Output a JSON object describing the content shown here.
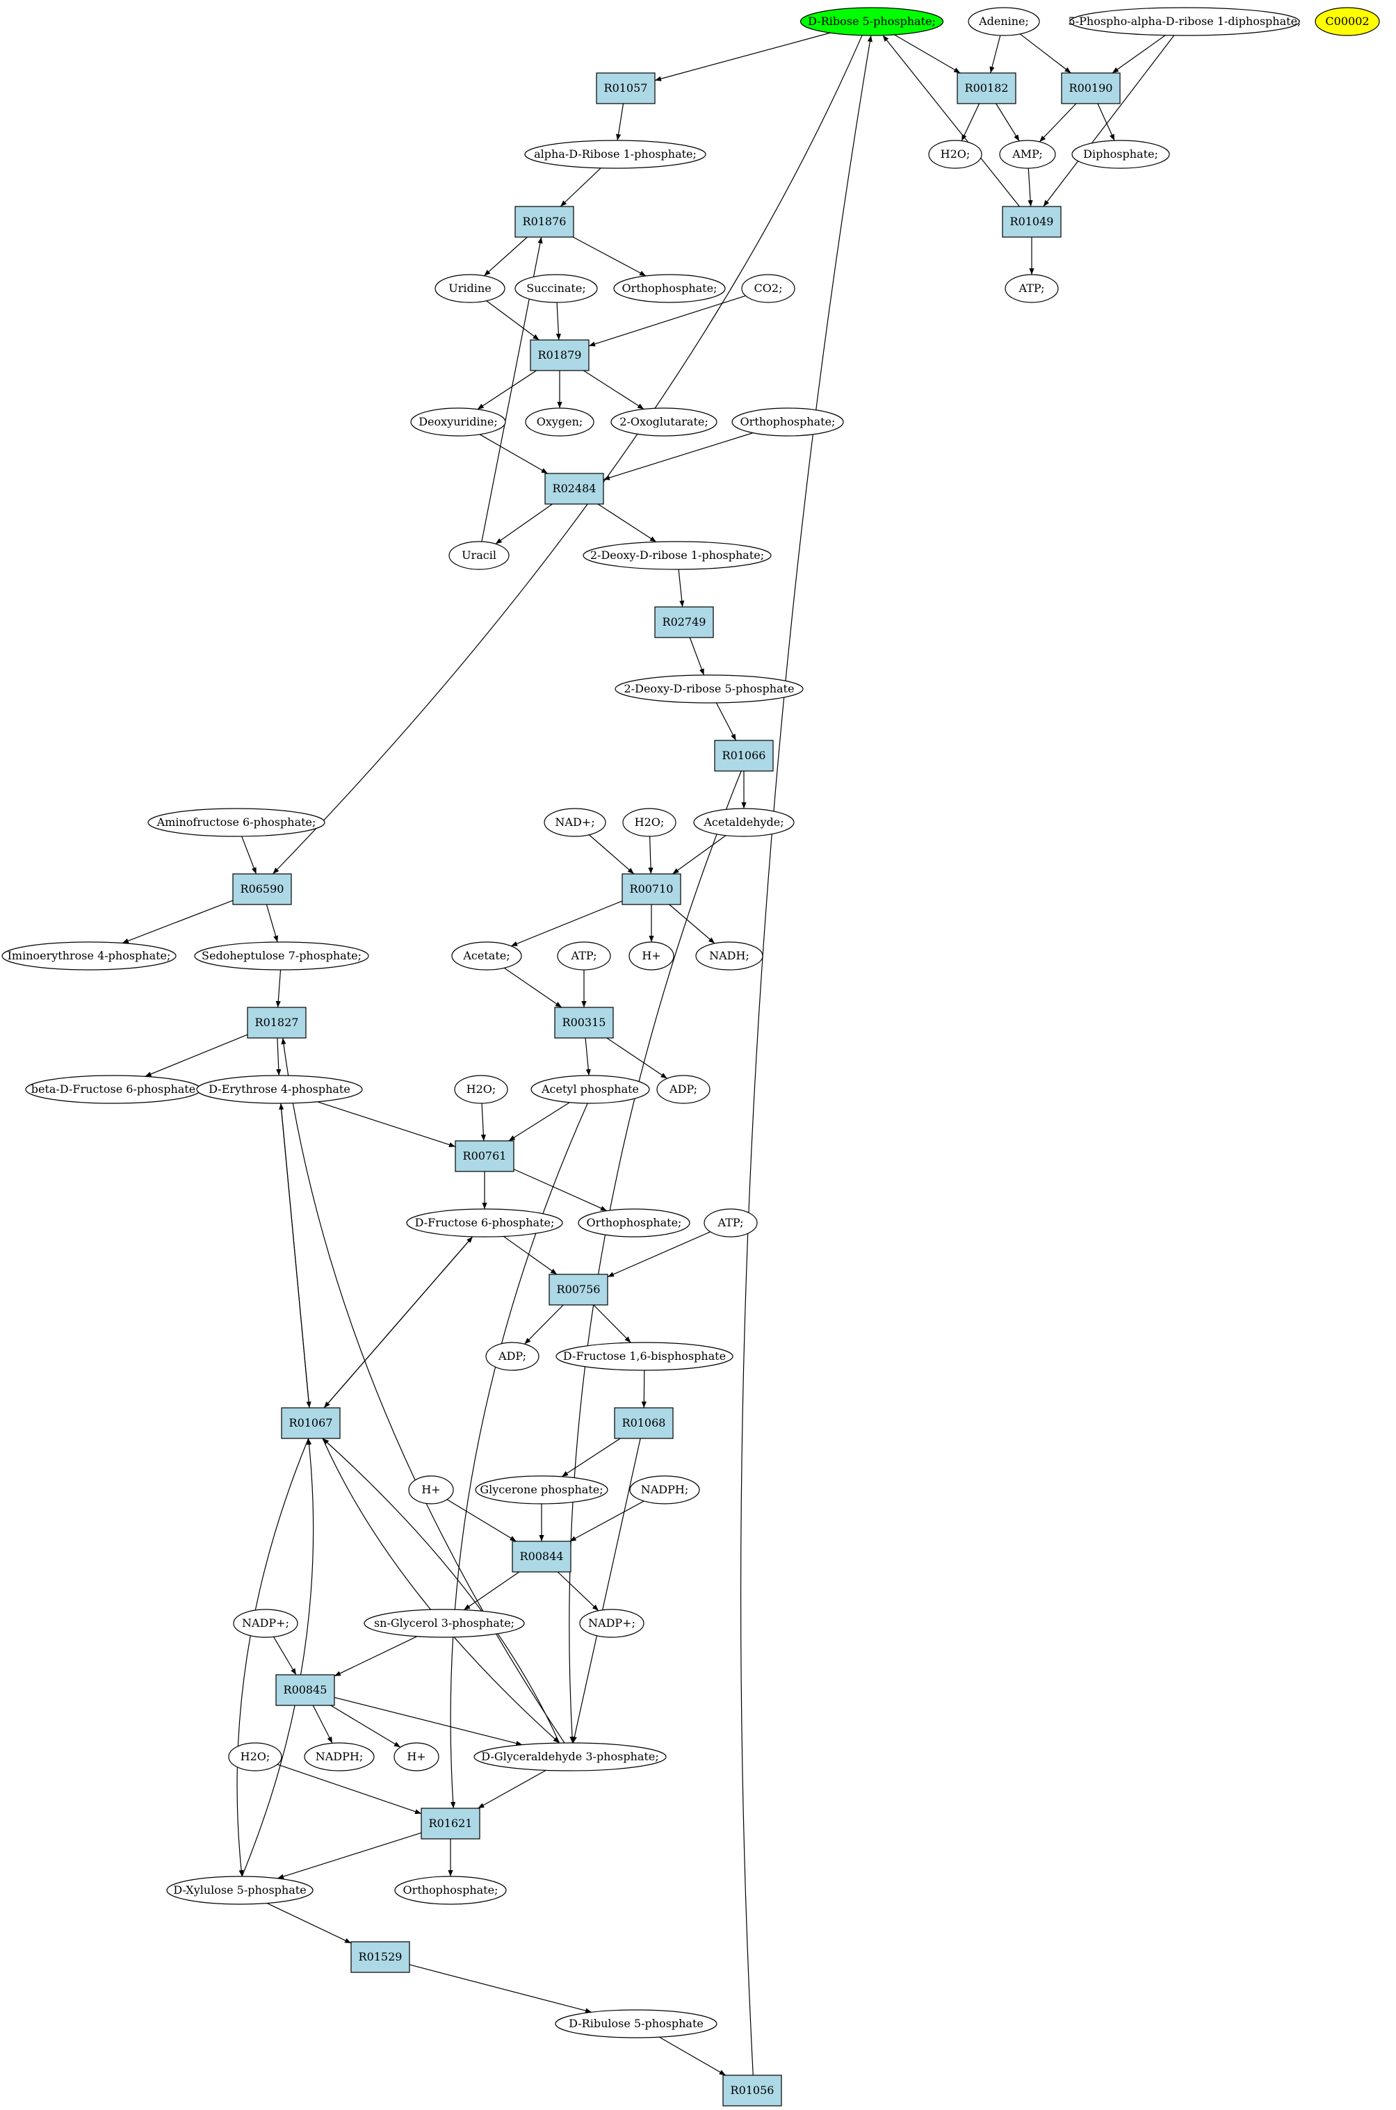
{
  "colors": {
    "reaction_fill": "#add8e6",
    "compound_fill": "#ffffff",
    "highlight_start": "#00ff00",
    "highlight_orphan": "#ffff00",
    "stroke": "#000000"
  },
  "nodes": [
    {
      "id": "c_dribose5p",
      "label": "D-Ribose 5-phosphate;",
      "type": "compound",
      "style": "start"
    },
    {
      "id": "c_adenine",
      "label": "Adenine;",
      "type": "compound"
    },
    {
      "id": "c_prpp",
      "label": "5-Phospho-alpha-D-ribose 1-diphosphate;",
      "type": "compound"
    },
    {
      "id": "c_c00002",
      "label": "C00002",
      "type": "compound",
      "style": "orphan"
    },
    {
      "id": "r_R01057",
      "label": "R01057",
      "type": "reaction"
    },
    {
      "id": "r_R00182",
      "label": "R00182",
      "type": "reaction"
    },
    {
      "id": "r_R00190",
      "label": "R00190",
      "type": "reaction"
    },
    {
      "id": "c_aribose1p",
      "label": "alpha-D-Ribose 1-phosphate;",
      "type": "compound"
    },
    {
      "id": "c_h2o_1",
      "label": "H2O;",
      "type": "compound"
    },
    {
      "id": "c_amp",
      "label": "AMP;",
      "type": "compound"
    },
    {
      "id": "c_diphosphate",
      "label": "Diphosphate;",
      "type": "compound"
    },
    {
      "id": "r_R01876",
      "label": "R01876",
      "type": "reaction"
    },
    {
      "id": "r_R01049",
      "label": "R01049",
      "type": "reaction"
    },
    {
      "id": "c_uridine",
      "label": "Uridine",
      "type": "compound"
    },
    {
      "id": "c_succinate",
      "label": "Succinate;",
      "type": "compound"
    },
    {
      "id": "c_orthop_1",
      "label": "Orthophosphate;",
      "type": "compound"
    },
    {
      "id": "c_co2",
      "label": "CO2;",
      "type": "compound"
    },
    {
      "id": "c_atp_1",
      "label": "ATP;",
      "type": "compound"
    },
    {
      "id": "r_R01879",
      "label": "R01879",
      "type": "reaction"
    },
    {
      "id": "c_deoxyuridine",
      "label": "Deoxyuridine;",
      "type": "compound"
    },
    {
      "id": "c_oxygen",
      "label": "Oxygen;",
      "type": "compound"
    },
    {
      "id": "c_2oxo",
      "label": "2-Oxoglutarate;",
      "type": "compound"
    },
    {
      "id": "c_orthop_2",
      "label": "Orthophosphate;",
      "type": "compound"
    },
    {
      "id": "r_R02484",
      "label": "R02484",
      "type": "reaction"
    },
    {
      "id": "c_uracil",
      "label": "Uracil",
      "type": "compound"
    },
    {
      "id": "c_2deoxyr1p",
      "label": "2-Deoxy-D-ribose 1-phosphate;",
      "type": "compound"
    },
    {
      "id": "r_R02749",
      "label": "R02749",
      "type": "reaction"
    },
    {
      "id": "c_2deoxyr5p",
      "label": "2-Deoxy-D-ribose 5-phosphate",
      "type": "compound"
    },
    {
      "id": "r_R01066",
      "label": "R01066",
      "type": "reaction"
    },
    {
      "id": "c_aminofructose",
      "label": "Aminofructose 6-phosphate;",
      "type": "compound"
    },
    {
      "id": "c_nadplus_1",
      "label": "NAD+;",
      "type": "compound"
    },
    {
      "id": "c_h2o_2",
      "label": "H2O;",
      "type": "compound"
    },
    {
      "id": "c_acetaldehyde",
      "label": "Acetaldehyde;",
      "type": "compound"
    },
    {
      "id": "r_R06590",
      "label": "R06590",
      "type": "reaction"
    },
    {
      "id": "r_R00710",
      "label": "R00710",
      "type": "reaction"
    },
    {
      "id": "c_iminoerythrose",
      "label": "Iminoerythrose 4-phosphate;",
      "type": "compound"
    },
    {
      "id": "c_sedoheptulose",
      "label": "Sedoheptulose 7-phosphate;",
      "type": "compound"
    },
    {
      "id": "c_acetate",
      "label": "Acetate;",
      "type": "compound"
    },
    {
      "id": "c_atp_2",
      "label": "ATP;",
      "type": "compound"
    },
    {
      "id": "c_hplus_1",
      "label": "H+",
      "type": "compound"
    },
    {
      "id": "c_nadh",
      "label": "NADH;",
      "type": "compound"
    },
    {
      "id": "r_R01827",
      "label": "R01827",
      "type": "reaction"
    },
    {
      "id": "r_R00315",
      "label": "R00315",
      "type": "reaction"
    },
    {
      "id": "c_betafructose",
      "label": "beta-D-Fructose 6-phosphate",
      "type": "compound"
    },
    {
      "id": "c_derythrose",
      "label": "D-Erythrose 4-phosphate",
      "type": "compound"
    },
    {
      "id": "c_h2o_3",
      "label": "H2O;",
      "type": "compound"
    },
    {
      "id": "c_acetylp",
      "label": "Acetyl phosphate",
      "type": "compound"
    },
    {
      "id": "c_adp_1",
      "label": "ADP;",
      "type": "compound"
    },
    {
      "id": "r_R00761",
      "label": "R00761",
      "type": "reaction"
    },
    {
      "id": "c_dfructose6p",
      "label": "D-Fructose 6-phosphate;",
      "type": "compound"
    },
    {
      "id": "c_orthop_3",
      "label": "Orthophosphate;",
      "type": "compound"
    },
    {
      "id": "c_atp_3",
      "label": "ATP;",
      "type": "compound"
    },
    {
      "id": "r_R00756",
      "label": "R00756",
      "type": "reaction"
    },
    {
      "id": "c_adp_2",
      "label": "ADP;",
      "type": "compound"
    },
    {
      "id": "c_dfructose16",
      "label": "D-Fructose 1,6-bisphosphate",
      "type": "compound"
    },
    {
      "id": "r_R01067",
      "label": "R01067",
      "type": "reaction"
    },
    {
      "id": "r_R01068",
      "label": "R01068",
      "type": "reaction"
    },
    {
      "id": "c_hplus_2",
      "label": "H+",
      "type": "compound"
    },
    {
      "id": "c_glycerone",
      "label": "Glycerone phosphate;",
      "type": "compound"
    },
    {
      "id": "c_nadph_1",
      "label": "NADPH;",
      "type": "compound"
    },
    {
      "id": "r_R00844",
      "label": "R00844",
      "type": "reaction"
    },
    {
      "id": "c_snglycerol",
      "label": "sn-Glycerol 3-phosphate;",
      "type": "compound"
    },
    {
      "id": "c_nadpplus_1",
      "label": "NADP+;",
      "type": "compound"
    },
    {
      "id": "c_nadpplus_2",
      "label": "NADP+;",
      "type": "compound"
    },
    {
      "id": "r_R00845",
      "label": "R00845",
      "type": "reaction"
    },
    {
      "id": "c_h2o_4",
      "label": "H2O;",
      "type": "compound"
    },
    {
      "id": "c_nadph_2",
      "label": "NADPH;",
      "type": "compound"
    },
    {
      "id": "c_hplus_3",
      "label": "H+",
      "type": "compound"
    },
    {
      "id": "c_dglyceraldehyde",
      "label": "D-Glyceraldehyde 3-phosphate;",
      "type": "compound"
    },
    {
      "id": "r_R01621",
      "label": "R01621",
      "type": "reaction"
    },
    {
      "id": "c_dxylulose",
      "label": "D-Xylulose 5-phosphate",
      "type": "compound"
    },
    {
      "id": "c_orthop_4",
      "label": "Orthophosphate;",
      "type": "compound"
    },
    {
      "id": "r_R01529",
      "label": "R01529",
      "type": "reaction"
    },
    {
      "id": "c_dribulose",
      "label": "D-Ribulose 5-phosphate",
      "type": "compound"
    },
    {
      "id": "r_R01056",
      "label": "R01056",
      "type": "reaction"
    }
  ],
  "edges": [
    [
      "c_dribose5p",
      "r_R01057"
    ],
    [
      "c_dribose5p",
      "r_R00182"
    ],
    [
      "c_dribose5p",
      "r_R06590"
    ],
    [
      "c_adenine",
      "r_R00182"
    ],
    [
      "c_adenine",
      "r_R00190"
    ],
    [
      "c_prpp",
      "r_R00190"
    ],
    [
      "c_prpp",
      "r_R01049"
    ],
    [
      "r_R01057",
      "c_aribose1p"
    ],
    [
      "r_R00182",
      "c_h2o_1"
    ],
    [
      "r_R00182",
      "c_amp"
    ],
    [
      "r_R00190",
      "c_amp"
    ],
    [
      "r_R00190",
      "c_diphosphate"
    ],
    [
      "c_aribose1p",
      "r_R01876"
    ],
    [
      "c_amp",
      "r_R01049"
    ],
    [
      "r_R01049",
      "c_dribose5p"
    ],
    [
      "r_R01049",
      "c_atp_1"
    ],
    [
      "r_R01876",
      "c_uridine"
    ],
    [
      "r_R01876",
      "c_orthop_1"
    ],
    [
      "c_uridine",
      "r_R01879"
    ],
    [
      "c_succinate",
      "r_R01879"
    ],
    [
      "c_co2",
      "r_R01879"
    ],
    [
      "r_R01879",
      "c_deoxyuridine"
    ],
    [
      "r_R01879",
      "c_oxygen"
    ],
    [
      "r_R01879",
      "c_2oxo"
    ],
    [
      "c_deoxyuridine",
      "r_R02484"
    ],
    [
      "c_orthop_2",
      "r_R02484"
    ],
    [
      "r_R02484",
      "c_uracil"
    ],
    [
      "r_R02484",
      "c_2deoxyr1p"
    ],
    [
      "c_uracil",
      "r_R01876"
    ],
    [
      "c_2deoxyr1p",
      "r_R02749"
    ],
    [
      "r_R02749",
      "c_2deoxyr5p"
    ],
    [
      "c_2deoxyr5p",
      "r_R01066"
    ],
    [
      "r_R01066",
      "c_acetaldehyde"
    ],
    [
      "r_R01066",
      "c_dglyceraldehyde"
    ],
    [
      "c_aminofructose",
      "r_R06590"
    ],
    [
      "r_R06590",
      "c_iminoerythrose"
    ],
    [
      "r_R06590",
      "c_sedoheptulose"
    ],
    [
      "c_nadplus_1",
      "r_R00710"
    ],
    [
      "c_h2o_2",
      "r_R00710"
    ],
    [
      "c_acetaldehyde",
      "r_R00710"
    ],
    [
      "r_R00710",
      "c_acetate"
    ],
    [
      "r_R00710",
      "c_hplus_1"
    ],
    [
      "r_R00710",
      "c_nadh"
    ],
    [
      "c_acetate",
      "r_R00315"
    ],
    [
      "c_atp_2",
      "r_R00315"
    ],
    [
      "r_R00315",
      "c_acetylp"
    ],
    [
      "r_R00315",
      "c_adp_1"
    ],
    [
      "c_sedoheptulose",
      "r_R01827"
    ],
    [
      "r_R01827",
      "c_betafructose"
    ],
    [
      "r_R01827",
      "c_derythrose"
    ],
    [
      "c_derythrose",
      "r_R00761"
    ],
    [
      "c_h2o_3",
      "r_R00761"
    ],
    [
      "c_acetylp",
      "r_R00761"
    ],
    [
      "c_acetylp",
      "r_R01621"
    ],
    [
      "r_R00761",
      "c_dfructose6p"
    ],
    [
      "r_R00761",
      "c_orthop_3"
    ],
    [
      "c_dfructose6p",
      "r_R00756"
    ],
    [
      "c_atp_3",
      "r_R00756"
    ],
    [
      "r_R00756",
      "c_adp_2"
    ],
    [
      "r_R00756",
      "c_dfructose16"
    ],
    [
      "c_dfructose16",
      "r_R01068"
    ],
    [
      "c_derythrose",
      "r_R01067"
    ],
    [
      "r_R01067",
      "c_derythrose"
    ],
    [
      "c_dfructose6p",
      "r_R01067"
    ],
    [
      "r_R01067",
      "c_dfructose6p"
    ],
    [
      "r_R01068",
      "c_glycerone"
    ],
    [
      "r_R01068",
      "c_dglyceraldehyde"
    ],
    [
      "c_hplus_2",
      "r_R00844"
    ],
    [
      "c_glycerone",
      "r_R00844"
    ],
    [
      "c_nadph_1",
      "r_R00844"
    ],
    [
      "r_R00844",
      "c_snglycerol"
    ],
    [
      "r_R00844",
      "c_nadpplus_1"
    ],
    [
      "c_nadpplus_2",
      "r_R00845"
    ],
    [
      "c_snglycerol",
      "r_R00845"
    ],
    [
      "r_R00845",
      "c_nadph_2"
    ],
    [
      "r_R00845",
      "c_hplus_3"
    ],
    [
      "r_R00845",
      "c_dglyceraldehyde"
    ],
    [
      "c_dglyceraldehyde",
      "r_R01827"
    ],
    [
      "c_dglyceraldehyde",
      "r_R01067"
    ],
    [
      "r_R01067",
      "c_dglyceraldehyde"
    ],
    [
      "c_dglyceraldehyde",
      "r_R01621"
    ],
    [
      "c_h2o_4",
      "r_R01621"
    ],
    [
      "r_R01621",
      "c_dxylulose"
    ],
    [
      "r_R01621",
      "c_orthop_4"
    ],
    [
      "c_dxylulose",
      "r_R01067"
    ],
    [
      "r_R01067",
      "c_dxylulose"
    ],
    [
      "c_dxylulose",
      "r_R01529"
    ],
    [
      "r_R01529",
      "c_dribulose"
    ],
    [
      "c_dribulose",
      "r_R01056"
    ],
    [
      "r_R01056",
      "c_dribose5p"
    ]
  ]
}
